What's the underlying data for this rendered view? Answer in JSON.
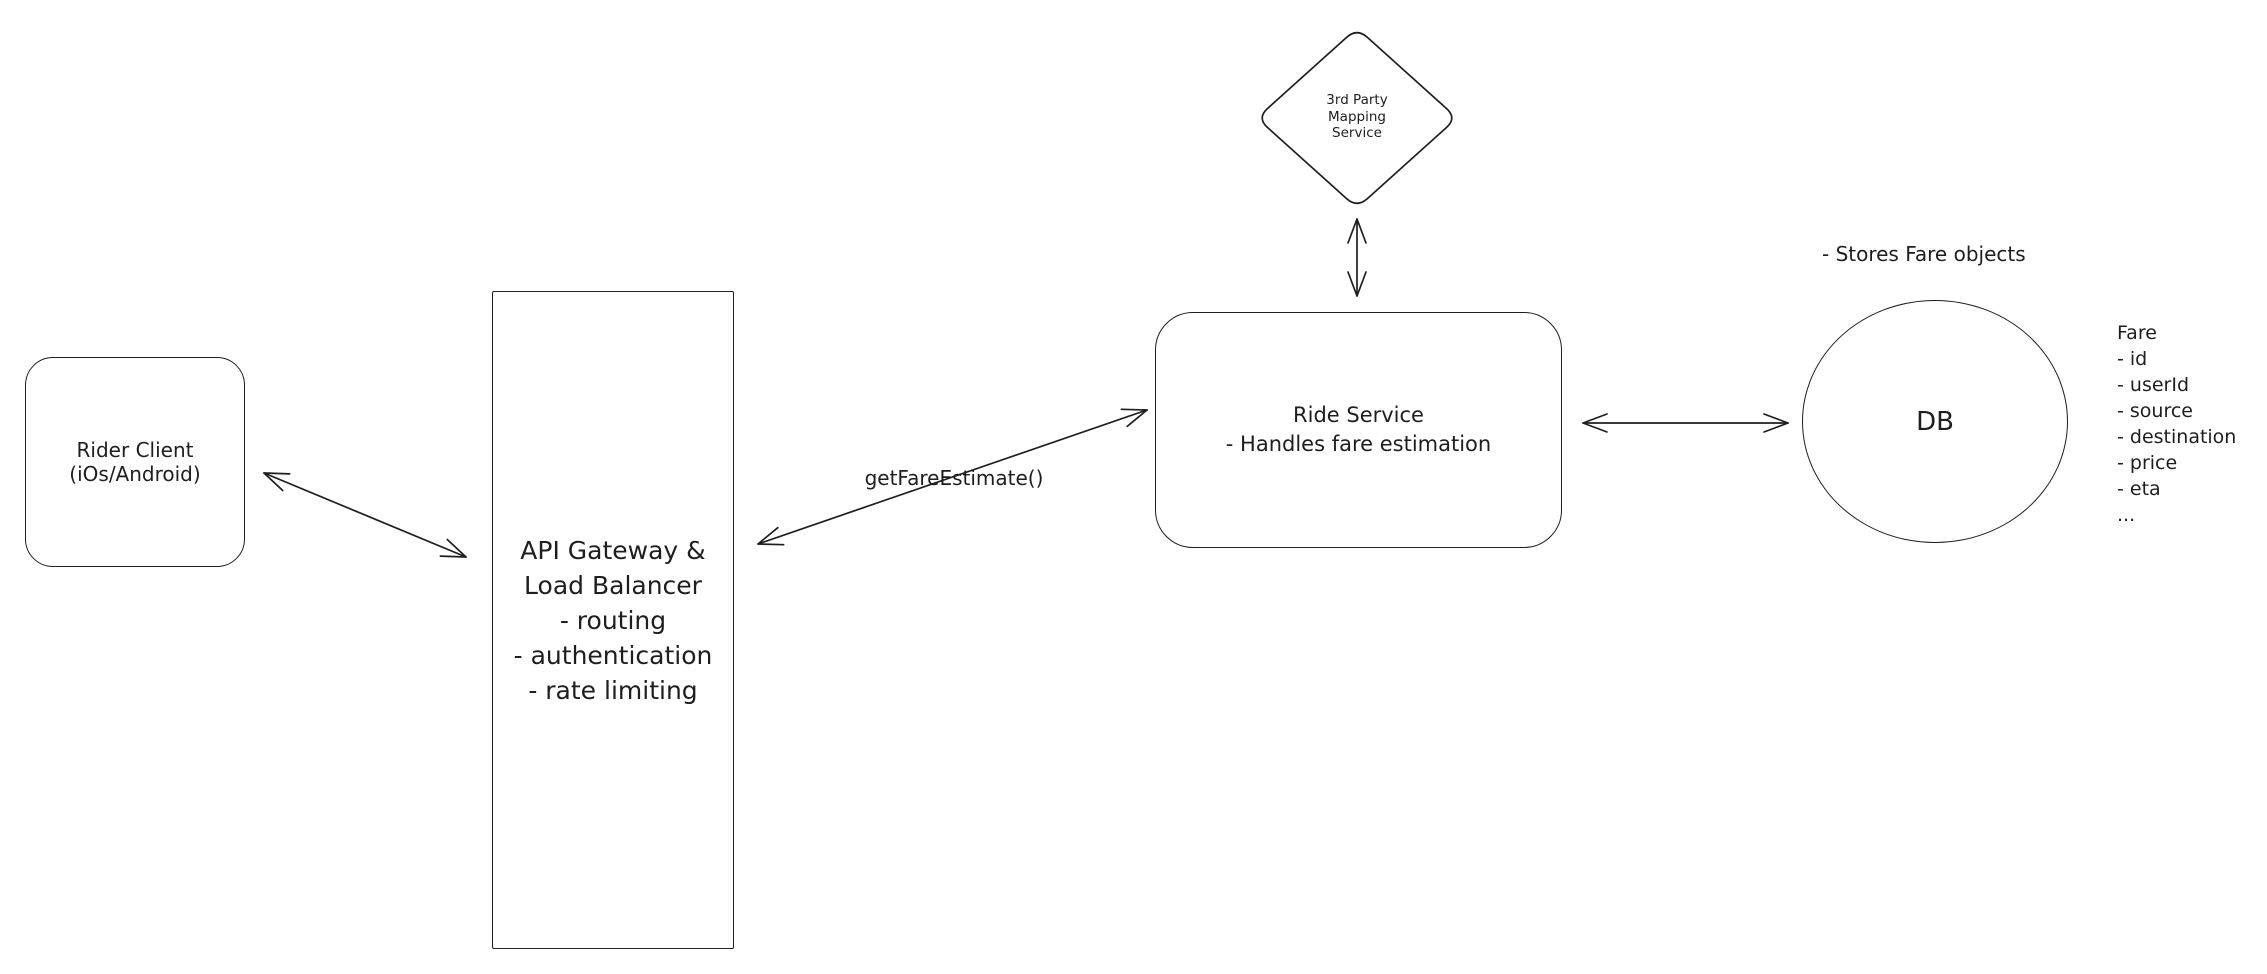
{
  "canvas": {
    "background": "#ffffff",
    "stroke": "#1e1e1e"
  },
  "nodes": {
    "rider_client": {
      "lines": [
        "Rider Client",
        "(iOs/Android)"
      ]
    },
    "api_gateway": {
      "lines": [
        "API Gateway &",
        "Load Balancer",
        "- routing",
        "- authentication",
        "- rate limiting"
      ]
    },
    "ride_service": {
      "lines": [
        "Ride Service",
        "- Handles fare estimation"
      ]
    },
    "mapping_service": {
      "lines": [
        "3rd Party",
        "Mapping",
        "Service"
      ]
    },
    "db": {
      "label": "DB"
    }
  },
  "edges": {
    "gateway_ride_label": "getFareEstimate()"
  },
  "annotations": {
    "db_note": "- Stores Fare objects",
    "fare_schema": {
      "title": "Fare",
      "fields": [
        "- id",
        "- userId",
        "- source",
        "- destination",
        "- price",
        "- eta",
        "..."
      ]
    }
  }
}
